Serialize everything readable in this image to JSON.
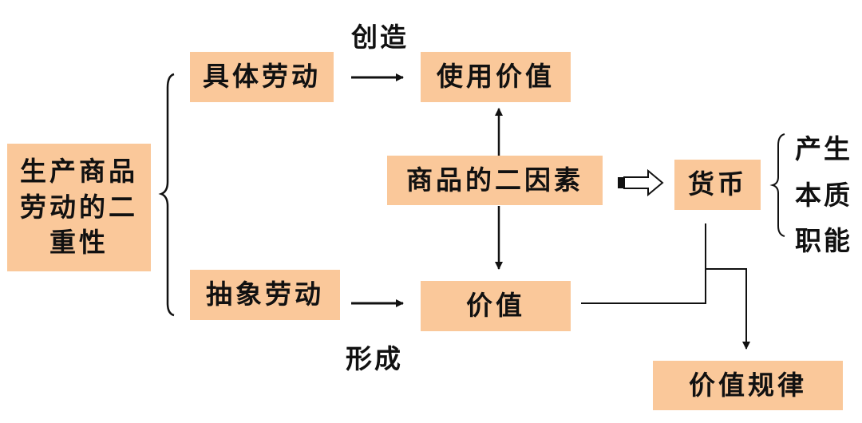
{
  "nodes": {
    "dual_nature": "生产商品劳动的二重性",
    "concrete_labor": "具体劳动",
    "abstract_labor": "抽象劳动",
    "use_value": "使用价值",
    "value": "价值",
    "two_factors": "商品的二因素",
    "money": "货币",
    "law_of_value": "价值规律"
  },
  "edge_labels": {
    "create": "创造",
    "form": "形成"
  },
  "money_aspects": [
    "产生",
    "本质",
    "职能"
  ],
  "colors": {
    "box_fill": "#fac89a",
    "line": "#111111",
    "background": "#ffffff"
  }
}
